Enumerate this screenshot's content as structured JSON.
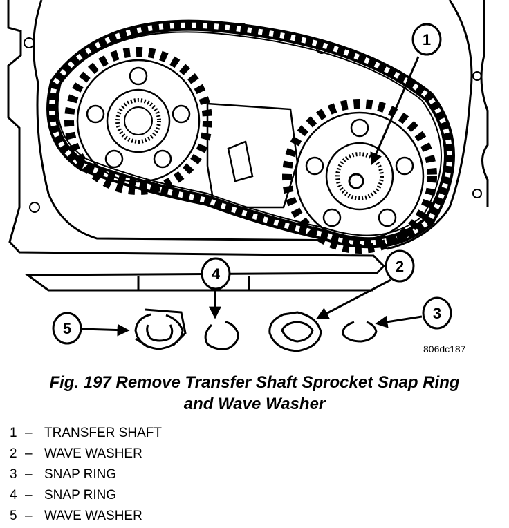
{
  "figure": {
    "image_code": "806dc187",
    "caption_line1": "Fig. 197 Remove Transfer Shaft Sprocket Snap Ring",
    "caption_line2": "and Wave Washer"
  },
  "callouts": {
    "c1": "1",
    "c2": "2",
    "c3": "3",
    "c4": "4",
    "c5": "5"
  },
  "legend": [
    {
      "num": "1",
      "dash": "–",
      "label": "TRANSFER SHAFT"
    },
    {
      "num": "2",
      "dash": "–",
      "label": "WAVE WASHER"
    },
    {
      "num": "3",
      "dash": "–",
      "label": "SNAP RING"
    },
    {
      "num": "4",
      "dash": "–",
      "label": "SNAP RING"
    },
    {
      "num": "5",
      "dash": "–",
      "label": "WAVE WASHER"
    }
  ]
}
